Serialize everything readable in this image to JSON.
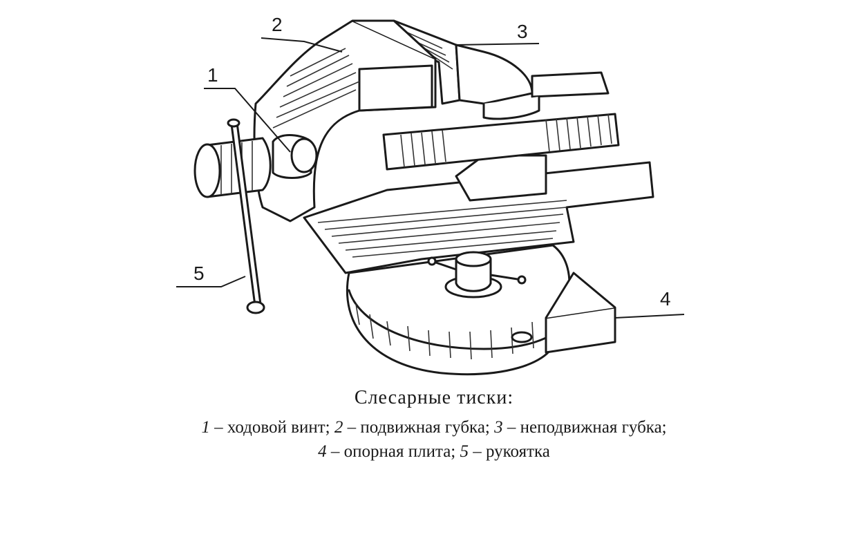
{
  "diagram": {
    "callouts": [
      {
        "id": "1",
        "label": "1"
      },
      {
        "id": "2",
        "label": "2"
      },
      {
        "id": "3",
        "label": "3"
      },
      {
        "id": "4",
        "label": "4"
      },
      {
        "id": "5",
        "label": "5"
      }
    ]
  },
  "caption": {
    "title": "Слесарные тиски:",
    "line1": [
      {
        "num": "1",
        "text": " – ходовой винт; "
      },
      {
        "num": "2",
        "text": " – подвижная губка; "
      },
      {
        "num": "3",
        "text": " – неподвижная губка;"
      }
    ],
    "line2": [
      {
        "num": "4",
        "text": " – опорная плита; "
      },
      {
        "num": "5",
        "text": " – рукоятка"
      }
    ]
  }
}
